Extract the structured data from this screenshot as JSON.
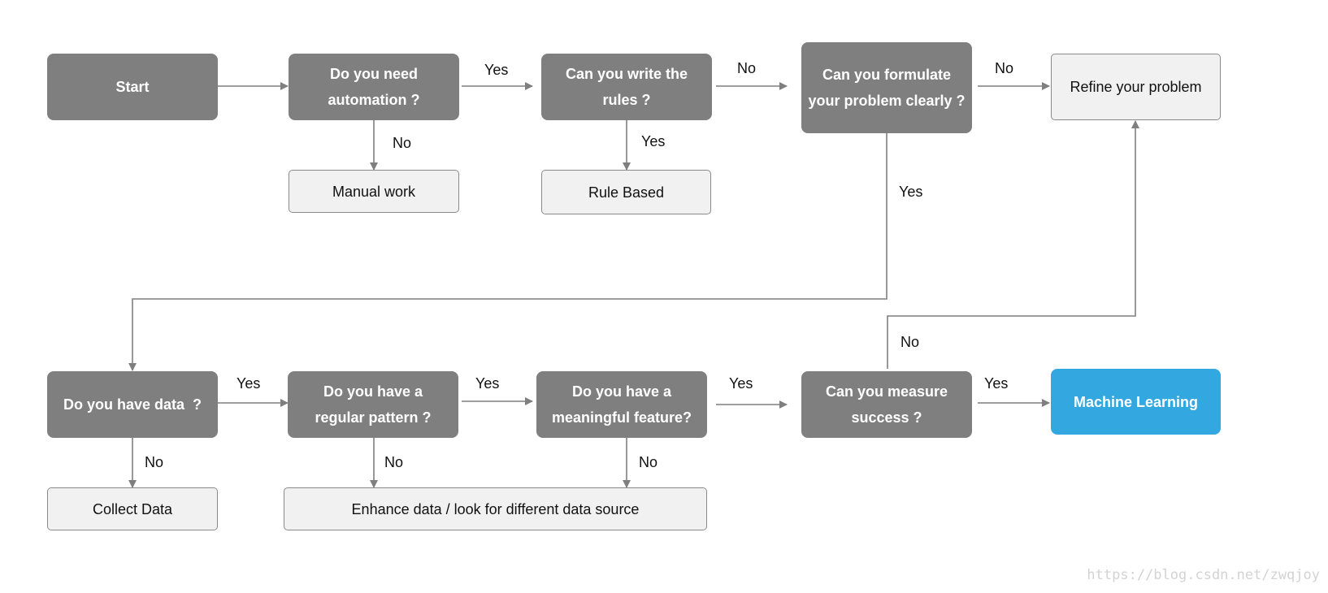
{
  "nodes": {
    "start": "Start",
    "need_automation": [
      "Do you need",
      "automation ?"
    ],
    "write_rules": [
      "Can you write the",
      "rules ?"
    ],
    "formulate_problem": [
      "Can you formulate",
      "your problem clearly ?"
    ],
    "refine_problem": "Refine your problem",
    "manual_work": "Manual work",
    "rule_based": "Rule Based",
    "have_data": "Do you have data  ?",
    "regular_pattern": [
      "Do you have a",
      "regular pattern ?"
    ],
    "meaningful_feature": [
      "Do you have a",
      "meaningful feature?"
    ],
    "measure_success": [
      "Can you measure",
      "success ?"
    ],
    "machine_learning": "Machine Learning",
    "collect_data": "Collect Data",
    "enhance_data": "Enhance data / look for different data source"
  },
  "edge_labels": {
    "automation_yes": "Yes",
    "automation_no": "No",
    "rules_no": "No",
    "rules_yes": "Yes",
    "formulate_no": "No",
    "formulate_yes": "Yes",
    "have_data_yes": "Yes",
    "have_data_no": "No",
    "pattern_yes": "Yes",
    "pattern_no": "No",
    "feature_yes": "Yes",
    "feature_no": "No",
    "measure_no": "No",
    "measure_yes": "Yes"
  },
  "colors": {
    "question": "#7f7f7f",
    "outcome": "#f1f1f1",
    "machine_learning": "#33a8e0",
    "connector": "#7f7f7f"
  },
  "watermark": "https://blog.csdn.net/zwqjoy"
}
